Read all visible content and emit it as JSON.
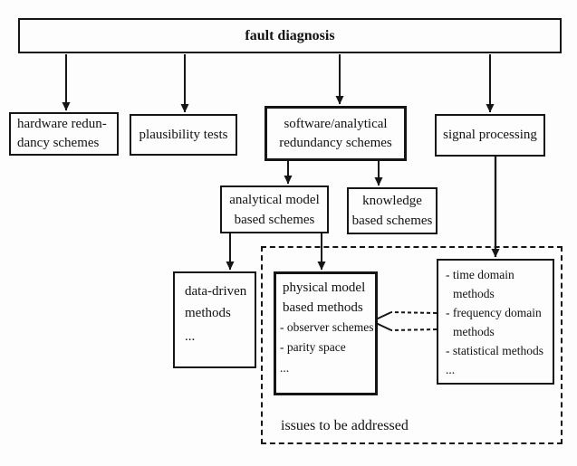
{
  "diagram": {
    "kind": "flowchart",
    "colors": {
      "line": "#151515",
      "background": "#fdfdfd",
      "text": "#121212"
    },
    "nodes": {
      "fault_diagnosis": {
        "label": "fault diagnosis"
      },
      "hardware_redundancy": {
        "line1": "hardware redun-",
        "line2": "dancy schemes"
      },
      "plausibility_tests": {
        "label": "plausibility tests"
      },
      "software_analytical": {
        "line1": "software/analytical",
        "line2": "redundancy schemes"
      },
      "signal_processing": {
        "label": "signal processing"
      },
      "analytical_model": {
        "line1": "analytical model",
        "line2": "based schemes"
      },
      "knowledge_based": {
        "line1": "knowledge",
        "line2": "based schemes"
      },
      "data_driven": {
        "line1": "data-driven",
        "line2": "methods",
        "more": "..."
      },
      "physical_model": {
        "line1": "physical model",
        "line2": "based methods",
        "item1": "- observer schemes",
        "item2": "- parity space",
        "more": "..."
      },
      "signal_methods": {
        "item1": "- time domain",
        "item1_cont": "methods",
        "item2": "- frequency domain",
        "item2_cont": "methods",
        "item3": "- statistical methods",
        "more": "..."
      },
      "issues_region": {
        "label": "issues to be addressed"
      }
    },
    "edges": [
      "fault_diagnosis -> hardware_redundancy",
      "fault_diagnosis -> plausibility_tests",
      "fault_diagnosis -> software_analytical",
      "fault_diagnosis -> signal_processing",
      "software_analytical -> analytical_model",
      "software_analytical -> knowledge_based",
      "analytical_model -> data_driven",
      "analytical_model -> physical_model",
      "signal_processing -> signal_methods",
      "signal_methods -(dashed fork)-> physical_model.observer_schemes"
    ]
  }
}
